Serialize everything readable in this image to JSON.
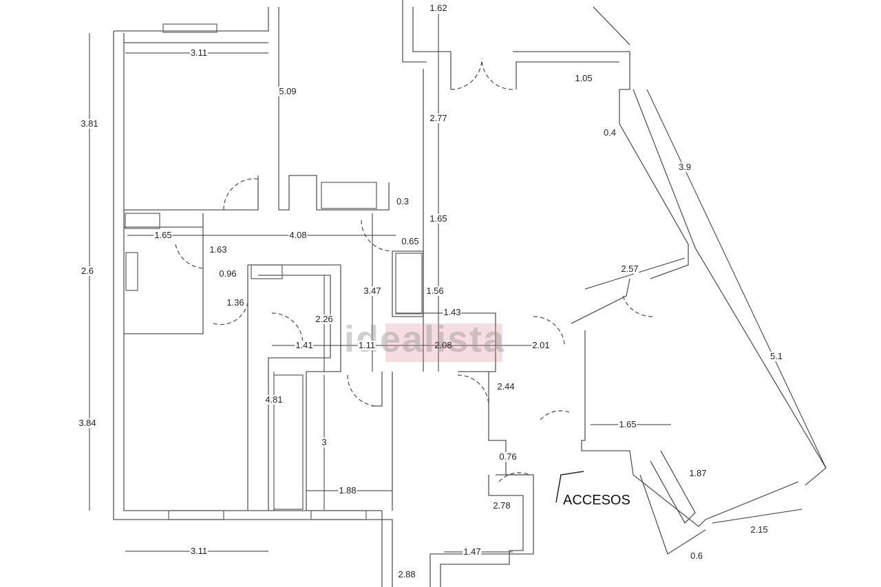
{
  "plan": {
    "dimensions": [
      "1.62",
      "3.11",
      "5.09",
      "3.81",
      "2.77",
      "1.05",
      "0.4",
      "3.9",
      "0.3",
      "1.65",
      "1.65",
      "4.08",
      "0.65",
      "1.63",
      "2.6",
      "0.96",
      "3.47",
      "1.56",
      "2.57",
      "1.36",
      "2.26",
      "1.43",
      "1.41",
      "1.11",
      "2.08",
      "2.01",
      "5.1",
      "2.44",
      "4.81",
      "3.84",
      "1.65",
      "3",
      "0.76",
      "1.87",
      "1.88",
      "2.78",
      "2.15",
      "3.11",
      "1.47",
      "0.6",
      "2.88"
    ],
    "access_label": "ACCESOS",
    "watermark": "idealista"
  }
}
